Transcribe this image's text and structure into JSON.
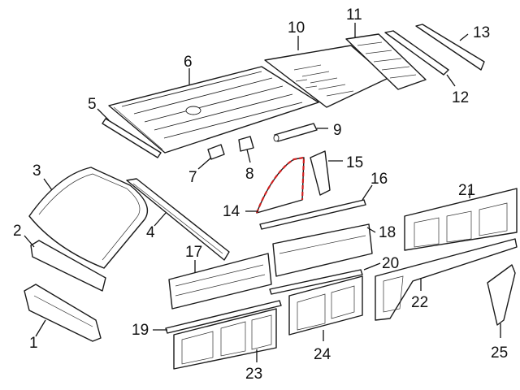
{
  "callouts": {
    "c1": "1",
    "c2": "2",
    "c3": "3",
    "c4": "4",
    "c5": "5",
    "c6": "6",
    "c7": "7",
    "c8": "8",
    "c9": "9",
    "c10": "10",
    "c11": "11",
    "c12": "12",
    "c13": "13",
    "c14": "14",
    "c15": "15",
    "c16": "16",
    "c17": "17",
    "c18": "18",
    "c19": "19",
    "c20": "20",
    "c21": "21",
    "c22": "22",
    "c23": "23",
    "c24": "24",
    "c25": "25"
  },
  "colors": {
    "line": "#1a1a1a",
    "highlight": "#d21f1f",
    "background": "#ffffff"
  }
}
